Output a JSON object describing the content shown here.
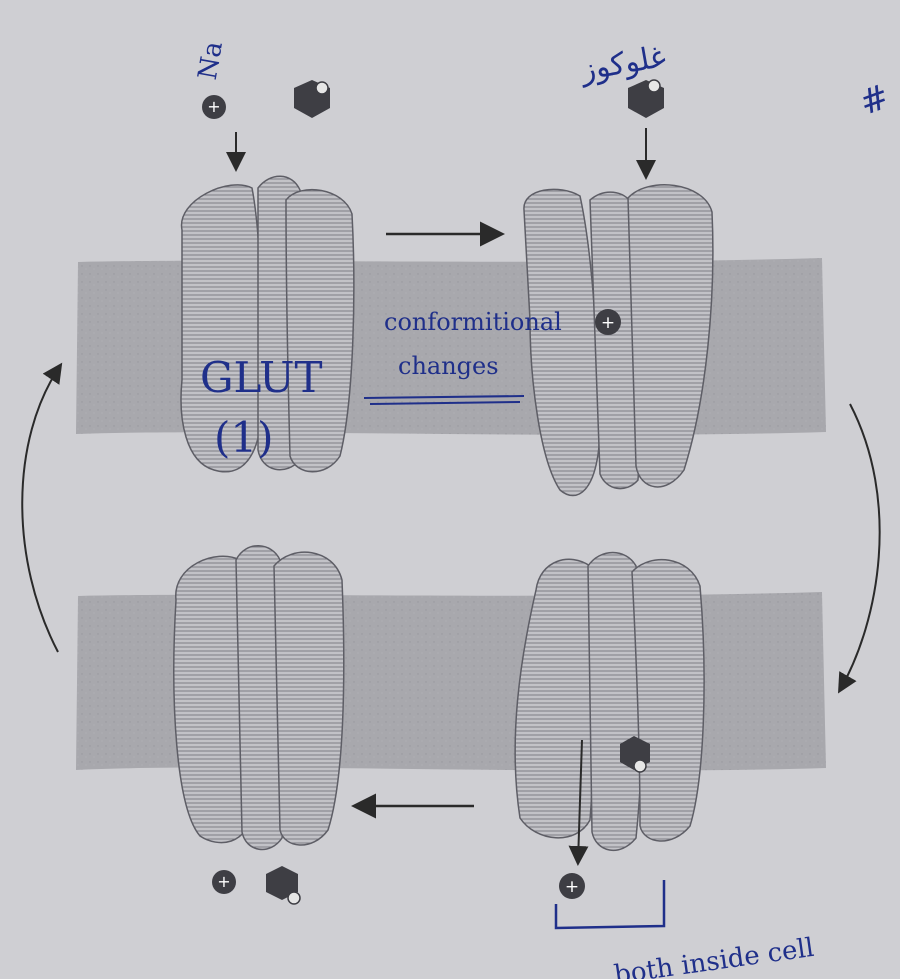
{
  "annotations": {
    "na_label": "Na",
    "glucose_arabic": "غلوكوز",
    "hash_mark": "#",
    "glut_label": "GLUT",
    "glut_number": "(1)",
    "conformational_line1": "conformitional",
    "conformational_line2": "changes",
    "both_inside": "both inside cell"
  },
  "symbols": {
    "sodium_ion": "plus-ion",
    "glucose": "hexagon-glucose"
  },
  "colors": {
    "background": "#cfcfd3",
    "membrane": "#a9a9ae",
    "protein": "#b9b9bf",
    "ink": "#1f2f8a",
    "arrows": "#2a2a2a"
  }
}
